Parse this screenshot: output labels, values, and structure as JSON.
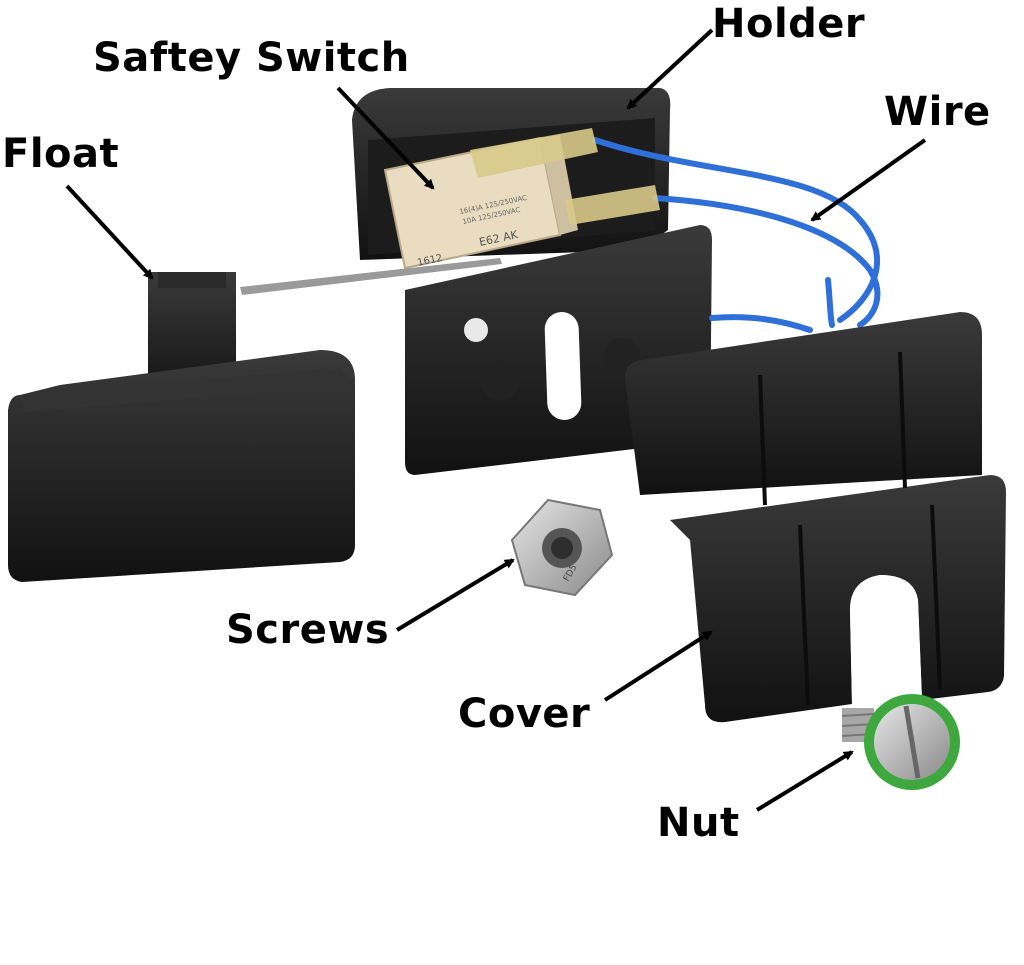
{
  "labels": {
    "holder": "Holder",
    "safety_switch": "Saftey Switch",
    "wire": "Wire",
    "float": "Float",
    "screws": "Screws",
    "cover": "Cover",
    "nut": "Nut"
  },
  "switch_markings": {
    "model": "E62 AK",
    "code": "1612",
    "rating_1": "16(4)A 125/250VAC",
    "rating_2": "10A 125/250VAC"
  },
  "nut_marking": "FD5",
  "colors": {
    "plastic": "#1a1a1a",
    "plastic_highlight": "#3a3a3a",
    "switch_body": "#e9dcc0",
    "wire": "#2f6fd8",
    "terminal": "#d8c98a",
    "metal": "#b9b9b9",
    "washer": "#3ea83e"
  }
}
